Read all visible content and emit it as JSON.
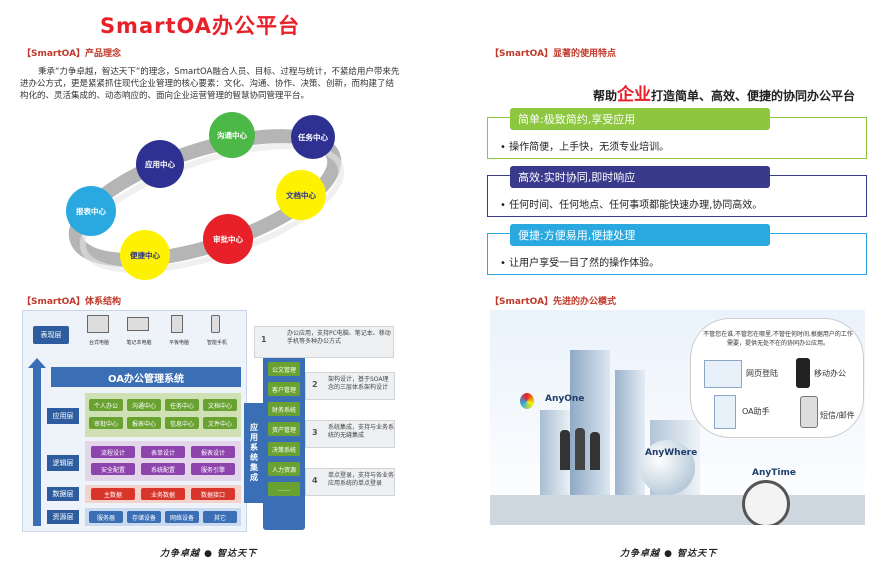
{
  "title": "SmartOA办公平台",
  "sections": {
    "concept": "【SmartOA】产品理念",
    "features": "【SmartOA】显著的使用特点",
    "arch": "【SmartOA】体系结构",
    "mode": "【SmartOA】先进的办公模式"
  },
  "intro": "秉承“力争卓越，智达天下”的理念，SmartOA融合人员、目标、过程与统计，不紧给用户带来先进办公方式，更是紧紧抓住现代企业管理的核心要素：文化、沟通、协作、决策、创新，而构建了结构化的、灵活集成的、动态响应的、面向企业运营管理的智慧协同管理平台。",
  "centers": [
    "沟通中心",
    "任务中心",
    "应用中心",
    "文档中心",
    "报表中心",
    "审批中心",
    "便捷中心"
  ],
  "subtitle": {
    "pre": "帮助",
    "big": "企业",
    "post": "打造简单、高效、便捷的协同办公平台"
  },
  "features": [
    {
      "band": "简单:极致简约,享受应用",
      "text": "• 操作简便，上手快，无须专业培训。",
      "color": "#8dc63f"
    },
    {
      "band": "高效:实时协同,即时响应",
      "text": "• 任何时间、任何地点、任何事项都能快速办理,协同高效。",
      "color": "#3a3a8c"
    },
    {
      "band": "便捷:方便易用,便捷处理",
      "text": "• 让用户享受一目了然的操作体验。",
      "color": "#29a9e0"
    }
  ],
  "arch": {
    "layers": [
      "表现层",
      "应用层",
      "逻辑层",
      "数据层",
      "资源层"
    ],
    "devices": [
      "台式电脑",
      "笔记本电脑",
      "平板电脑",
      "智能手机"
    ],
    "system": "OA办公管理系统",
    "app_cells": [
      "个人办公",
      "沟通中心",
      "任务中心",
      "文档中心",
      "审批中心",
      "报表中心",
      "信息中心",
      "文件中心"
    ],
    "logic_cells": [
      "流程设计",
      "表单设计",
      "报表设计",
      "安全配置",
      "系统配置",
      "服务引擎"
    ],
    "data_cells": [
      "主数据",
      "业务数据",
      "数据接口"
    ],
    "res_cells": [
      "服务器",
      "存储设备",
      "网络设备",
      "其它"
    ],
    "integration": "应用系统集成",
    "modules": [
      "公文管理",
      "客户管理",
      "财务系统",
      "资产管理",
      "决策系统",
      "人力资源",
      "……"
    ],
    "notes": [
      {
        "n": "1",
        "t": "办公应用，支持PC电脑、笔记本、移动手机等多种办公方式"
      },
      {
        "n": "2",
        "t": "架构设计，基于SOA理念的三层体系架构设计"
      },
      {
        "n": "3",
        "t": "系统集成，支持与业务系统的无缝集成"
      },
      {
        "n": "4",
        "t": "单点登录，支持与各业务应用系统的单点登录"
      }
    ]
  },
  "mode": {
    "bubble": "不管您在谁,不管您在哪里,不管任何时间,根据用户的工作需要，提供无处不在的协同办公应用。",
    "items": [
      "网页登陆",
      "移动办公",
      "OA助手",
      "短信/邮件"
    ],
    "labels": [
      "AnyOne",
      "AnyWhere",
      "AnyTime"
    ]
  },
  "footer": "力争卓越 ● 智达天下"
}
